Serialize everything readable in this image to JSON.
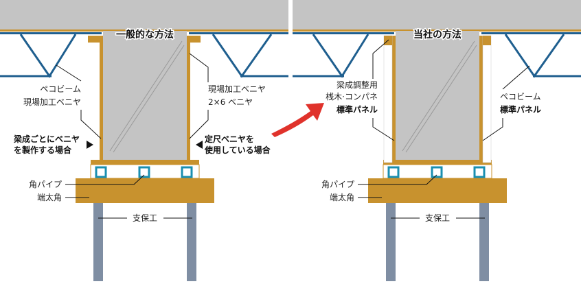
{
  "left": {
    "title": "一般的な方法",
    "deck_label": "ペコビーム",
    "deck_panel": "現場加工ベニヤ",
    "right_label_1": "現場加工ベニヤ",
    "right_label_2": "2×6 ベニヤ",
    "case_left_1": "梁成ごとにベニヤ",
    "case_left_2": "を製作する場合",
    "case_right_1": "定尺ベニヤを",
    "case_right_2": "使用している場合",
    "pipe": "角パイプ",
    "timber": "端太角",
    "support": "支保工"
  },
  "right": {
    "title": "当社の方法",
    "adjust_1": "梁成調整用",
    "adjust_2": "桟木·コンパネ",
    "std_left": "標準パネル",
    "deck_label": "ペコビーム",
    "std_right": "標準パネル",
    "pipe": "角パイプ",
    "timber": "端太角",
    "support": "支保工"
  },
  "colors": {
    "concrete": "#c4c4c4",
    "wood": "#c8922e",
    "steel": "#1f5f8f",
    "pipe": "#1a8fb0",
    "post": "#7f8ea3",
    "arrow": "#e0322b"
  }
}
